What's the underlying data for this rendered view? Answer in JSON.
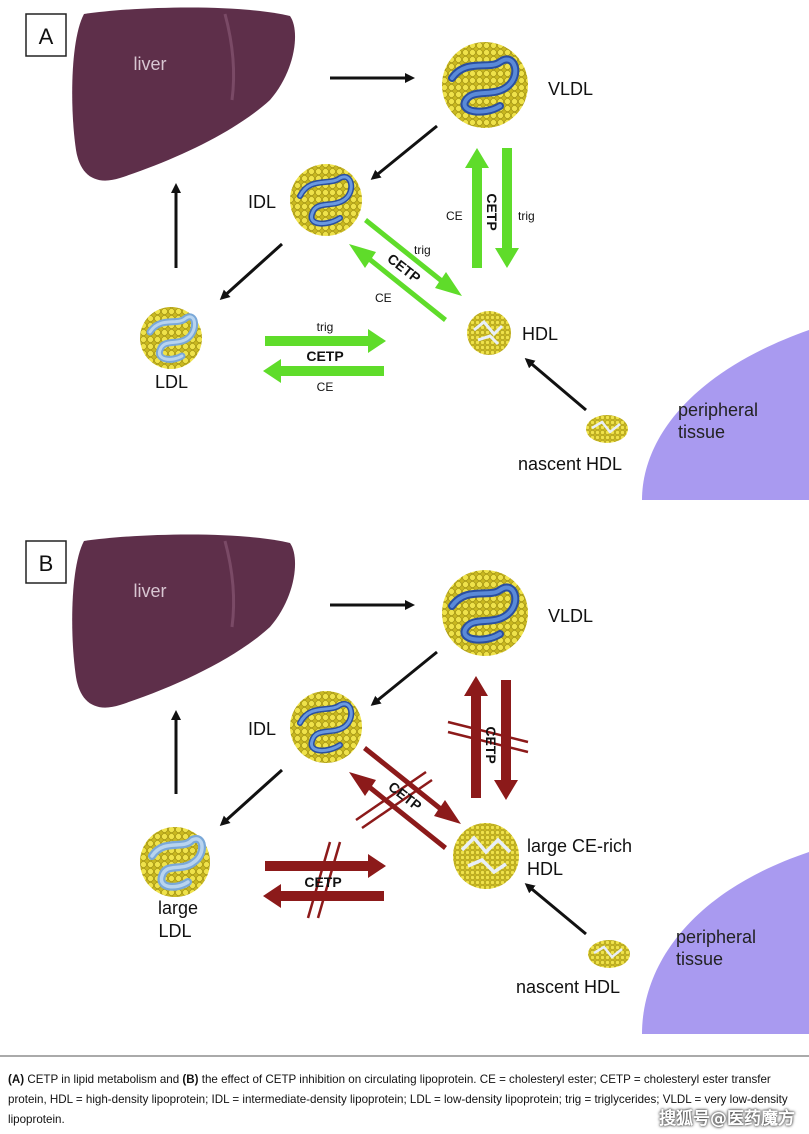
{
  "panel_a": {
    "label": "A",
    "liver": "liver",
    "vldl": "VLDL",
    "idl": "IDL",
    "ldl": "LDL",
    "hdl": "HDL",
    "nascent_hdl": "nascent HDL",
    "peripheral_tissue_line1": "peripheral",
    "peripheral_tissue_line2": "tissue",
    "cetp": "CETP",
    "trig": "trig",
    "ce": "CE"
  },
  "panel_b": {
    "label": "B",
    "liver": "liver",
    "vldl": "VLDL",
    "idl": "IDL",
    "ldl_line1": "large",
    "ldl_line2": "LDL",
    "hdl_line1": "large CE-rich",
    "hdl_line2": "HDL",
    "nascent_hdl": "nascent HDL",
    "peripheral_tissue_line1": "peripheral",
    "peripheral_tissue_line2": "tissue",
    "cetp": "CETP"
  },
  "caption": {
    "a_label": "(A)",
    "a_text": " CETP in lipid metabolism and ",
    "b_label": "(B)",
    "b_text": " the effect of CETP inhibition on circulating lipoprotein. CE = cholesteryl ester; CETP = cholesteryl ester transfer protein, HDL = high-density lipoprotein; IDL = intermediate-density lipoprotein; LDL = low-density lipoprotein; trig = triglycerides; VLDL = very low-density lipoprotein."
  },
  "watermark": "搜狐号@医药魔方",
  "colors": {
    "liver": "#5e2f4a",
    "tissue": "#a99af0",
    "green_arrow": "#5fdc2a",
    "red_arrow": "#8c1a1a",
    "particle_yellow": "#e8dc3a",
    "protein_blue": "#4a7ccc"
  }
}
